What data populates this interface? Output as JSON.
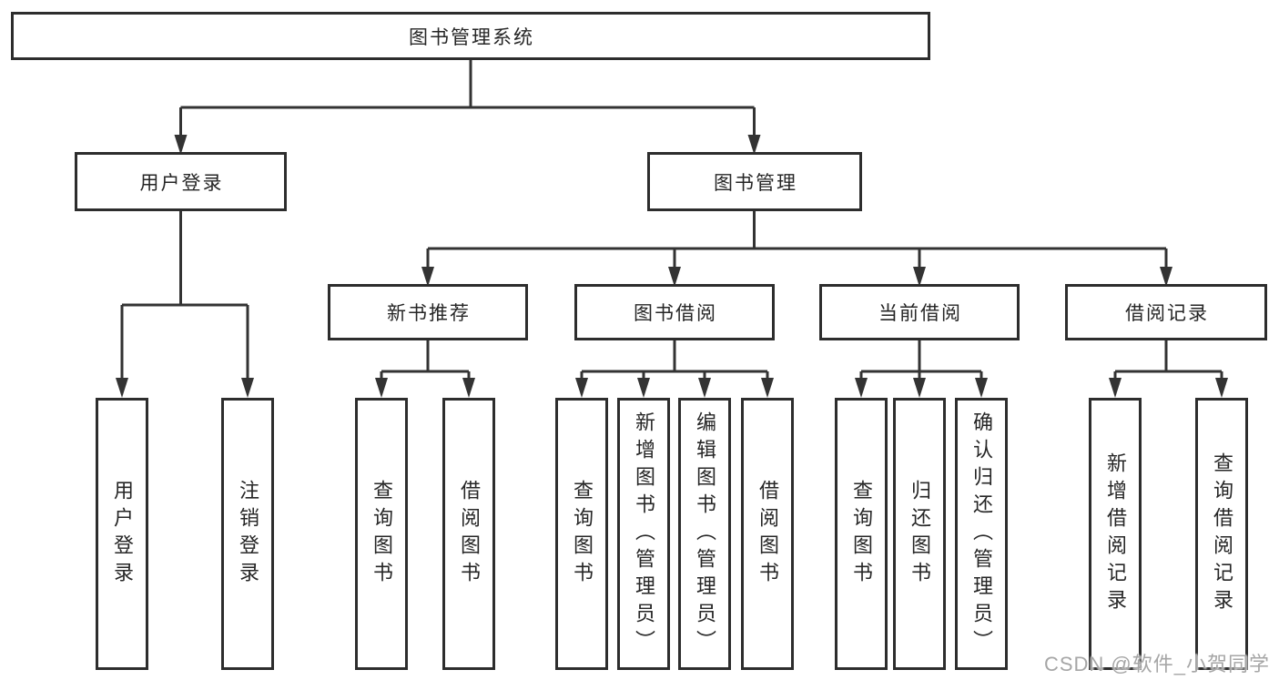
{
  "tree": {
    "root": {
      "label": "图书管理系统"
    },
    "branches": [
      {
        "label": "用户登录",
        "children": [
          {
            "label": "用户登录"
          },
          {
            "label": "注销登录"
          }
        ]
      },
      {
        "label": "图书管理",
        "children": [
          {
            "label": "新书推荐",
            "children": [
              {
                "label": "查询图书"
              },
              {
                "label": "借阅图书"
              }
            ]
          },
          {
            "label": "图书借阅",
            "children": [
              {
                "label": "查询图书"
              },
              {
                "label": "新增图书（管理员）"
              },
              {
                "label": "编辑图书（管理员）"
              },
              {
                "label": "借阅图书"
              }
            ]
          },
          {
            "label": "当前借阅",
            "children": [
              {
                "label": "查询图书"
              },
              {
                "label": "归还图书"
              },
              {
                "label": "确认归还（管理员）"
              }
            ]
          },
          {
            "label": "借阅记录",
            "children": [
              {
                "label": "新增借阅记录"
              },
              {
                "label": "查询借阅记录"
              }
            ]
          }
        ]
      }
    ]
  },
  "watermark": {
    "text": "CSDN @软件_小贺同学"
  },
  "colors": {
    "line": "#333333",
    "border": "#2d2d2d",
    "text": "#262626",
    "watermark": "#a6a6a6",
    "background": "#ffffff"
  }
}
